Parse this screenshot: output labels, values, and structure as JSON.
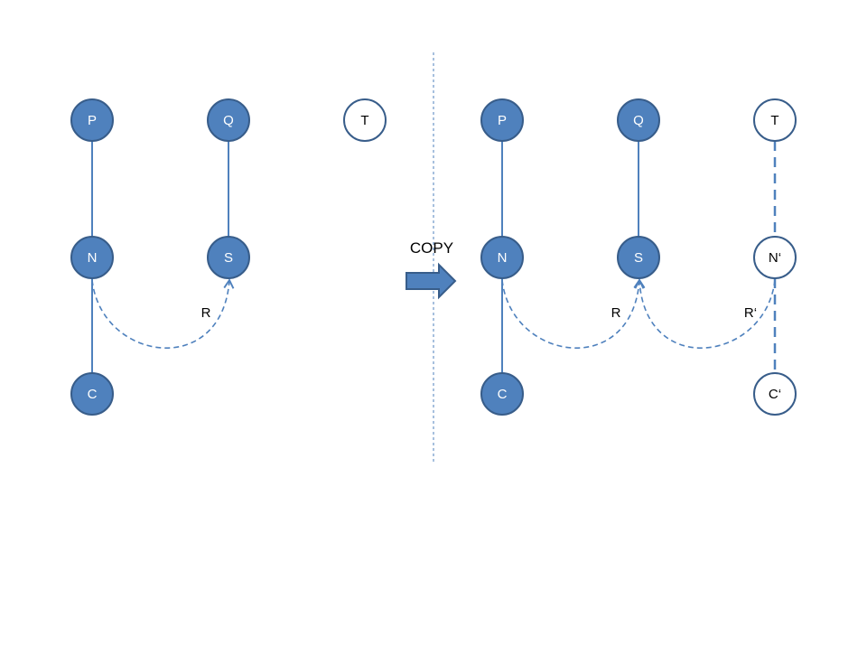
{
  "colors": {
    "fill": "#4f81bd",
    "stroke": "#385d8a",
    "white": "#ffffff",
    "text_on_fill": "#ffffff",
    "text_on_white": "#000000"
  },
  "left": {
    "nodes": {
      "P": "P",
      "Q": "Q",
      "T": "T",
      "N": "N",
      "S": "S",
      "C": "C"
    },
    "edge_label_R": "R"
  },
  "copy": {
    "label": "COPY"
  },
  "right": {
    "nodes": {
      "P": "P",
      "Q": "Q",
      "T": "T",
      "N": "N",
      "S": "S",
      "C": "C",
      "N_prime": "N‘",
      "C_prime": "C‘"
    },
    "edge_label_R": "R",
    "edge_label_R_prime": "R‘"
  }
}
